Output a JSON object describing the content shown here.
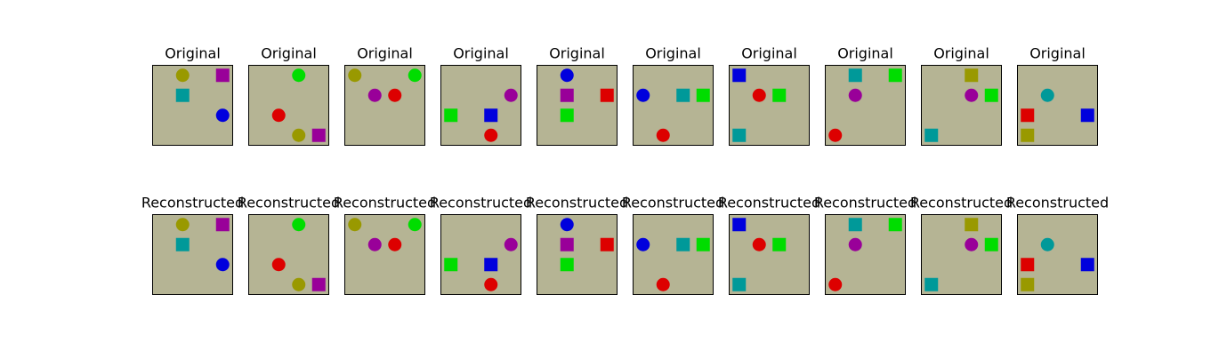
{
  "colors": {
    "background": "#b5b494",
    "olive": "#999900",
    "purple": "#990099",
    "teal": "#009999",
    "blue": "#0000dd",
    "green": "#00dd00",
    "red": "#dd0000",
    "border": "#000000"
  },
  "rows": [
    {
      "title": "Original"
    },
    {
      "title": "Reconstructed"
    }
  ],
  "grid": {
    "cells": 4
  },
  "panels": [
    {
      "shapes": [
        {
          "shape": "circle",
          "color": "olive",
          "col": 1,
          "row": 0
        },
        {
          "shape": "square",
          "color": "purple",
          "col": 3,
          "row": 0
        },
        {
          "shape": "square",
          "color": "teal",
          "col": 1,
          "row": 1
        },
        {
          "shape": "circle",
          "color": "blue",
          "col": 3,
          "row": 2
        }
      ]
    },
    {
      "shapes": [
        {
          "shape": "circle",
          "color": "green",
          "col": 2,
          "row": 0
        },
        {
          "shape": "circle",
          "color": "red",
          "col": 1,
          "row": 2
        },
        {
          "shape": "circle",
          "color": "olive",
          "col": 2,
          "row": 3
        },
        {
          "shape": "square",
          "color": "purple",
          "col": 3,
          "row": 3
        }
      ]
    },
    {
      "shapes": [
        {
          "shape": "circle",
          "color": "olive",
          "col": 0,
          "row": 0
        },
        {
          "shape": "circle",
          "color": "green",
          "col": 3,
          "row": 0
        },
        {
          "shape": "circle",
          "color": "purple",
          "col": 1,
          "row": 1
        },
        {
          "shape": "circle",
          "color": "red",
          "col": 2,
          "row": 1
        }
      ]
    },
    {
      "shapes": [
        {
          "shape": "circle",
          "color": "purple",
          "col": 3,
          "row": 1
        },
        {
          "shape": "square",
          "color": "green",
          "col": 0,
          "row": 2
        },
        {
          "shape": "square",
          "color": "blue",
          "col": 2,
          "row": 2
        },
        {
          "shape": "circle",
          "color": "red",
          "col": 2,
          "row": 3
        }
      ]
    },
    {
      "shapes": [
        {
          "shape": "circle",
          "color": "blue",
          "col": 1,
          "row": 0
        },
        {
          "shape": "square",
          "color": "purple",
          "col": 1,
          "row": 1
        },
        {
          "shape": "square",
          "color": "red",
          "col": 3,
          "row": 1
        },
        {
          "shape": "square",
          "color": "green",
          "col": 1,
          "row": 2
        }
      ]
    },
    {
      "shapes": [
        {
          "shape": "circle",
          "color": "blue",
          "col": 0,
          "row": 1
        },
        {
          "shape": "square",
          "color": "teal",
          "col": 2,
          "row": 1
        },
        {
          "shape": "square",
          "color": "green",
          "col": 3,
          "row": 1
        },
        {
          "shape": "circle",
          "color": "red",
          "col": 1,
          "row": 3
        }
      ]
    },
    {
      "shapes": [
        {
          "shape": "square",
          "color": "blue",
          "col": 0,
          "row": 0
        },
        {
          "shape": "circle",
          "color": "red",
          "col": 1,
          "row": 1
        },
        {
          "shape": "square",
          "color": "green",
          "col": 2,
          "row": 1
        },
        {
          "shape": "square",
          "color": "teal",
          "col": 0,
          "row": 3
        }
      ]
    },
    {
      "shapes": [
        {
          "shape": "square",
          "color": "teal",
          "col": 1,
          "row": 0
        },
        {
          "shape": "square",
          "color": "green",
          "col": 3,
          "row": 0
        },
        {
          "shape": "circle",
          "color": "purple",
          "col": 1,
          "row": 1
        },
        {
          "shape": "circle",
          "color": "red",
          "col": 0,
          "row": 3
        }
      ]
    },
    {
      "shapes": [
        {
          "shape": "square",
          "color": "olive",
          "col": 2,
          "row": 0
        },
        {
          "shape": "circle",
          "color": "purple",
          "col": 2,
          "row": 1
        },
        {
          "shape": "square",
          "color": "green",
          "col": 3,
          "row": 1
        },
        {
          "shape": "square",
          "color": "teal",
          "col": 0,
          "row": 3
        }
      ]
    },
    {
      "shapes": [
        {
          "shape": "circle",
          "color": "teal",
          "col": 1,
          "row": 1
        },
        {
          "shape": "square",
          "color": "red",
          "col": 0,
          "row": 2
        },
        {
          "shape": "square",
          "color": "blue",
          "col": 3,
          "row": 2
        },
        {
          "shape": "square",
          "color": "olive",
          "col": 0,
          "row": 3
        }
      ]
    }
  ]
}
